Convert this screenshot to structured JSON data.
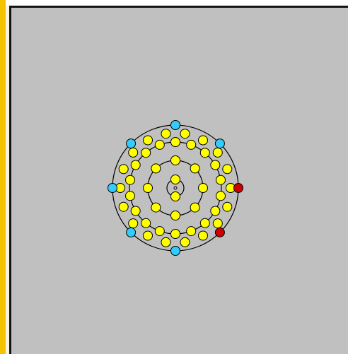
{
  "diagram": {
    "type": "bohr-model",
    "shells": [
      2,
      8,
      18,
      18,
      8
    ],
    "colors": {
      "panel": "#c0c0c0",
      "accent": "#f5c400",
      "inner_electron": "#ffff00",
      "valence_electron": "#33ccff",
      "highlight_electron": "#cc0000",
      "orbit": "#000000"
    }
  }
}
